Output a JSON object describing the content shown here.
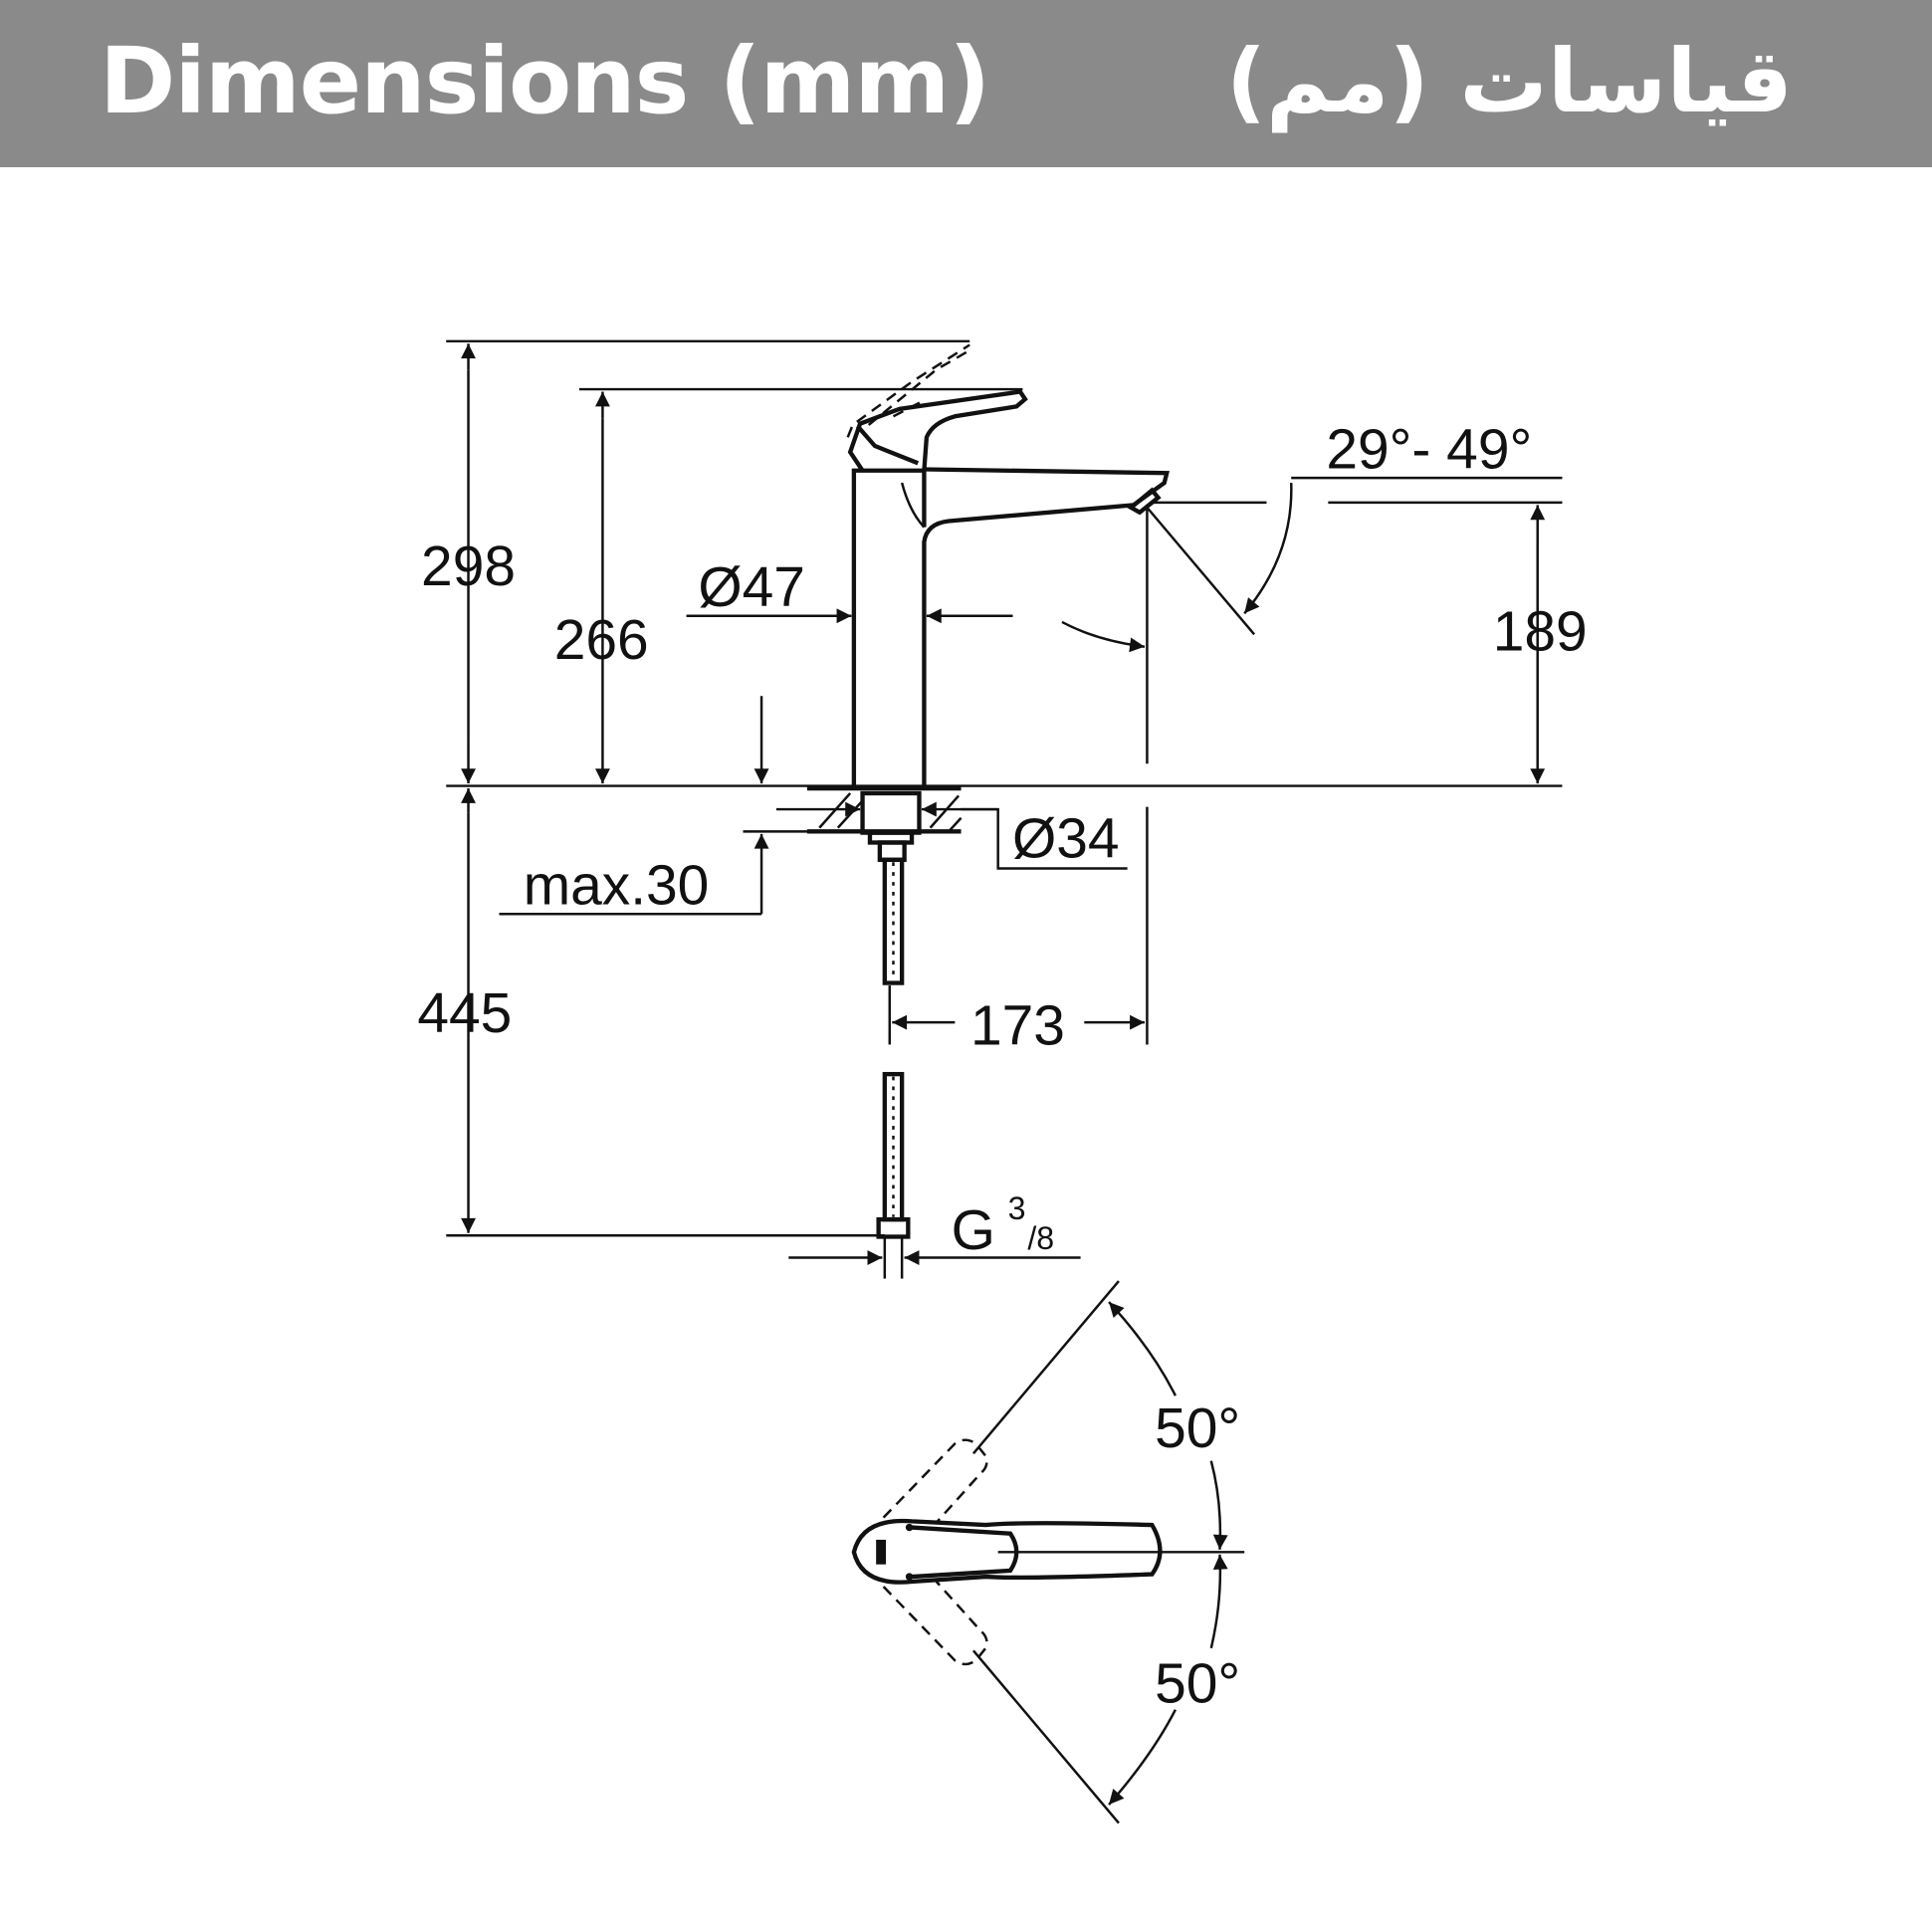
{
  "header": {
    "title_en": "Dimensions (mm)",
    "title_ar": "قياسات (مم)",
    "background": "#8a8a8a"
  },
  "dimensions": {
    "total_height": "298",
    "handle_height": "266",
    "spout_height": "189",
    "spout_angle": "29°- 49°",
    "body_diameter": "Ø47",
    "hole_diameter": "Ø34",
    "max_thickness": "max.30",
    "hose_length": "445",
    "spout_reach": "173",
    "connection_main": "G",
    "connection_num": "3",
    "connection_den": "/8",
    "rotation_left": "50°",
    "rotation_right": "50°"
  }
}
